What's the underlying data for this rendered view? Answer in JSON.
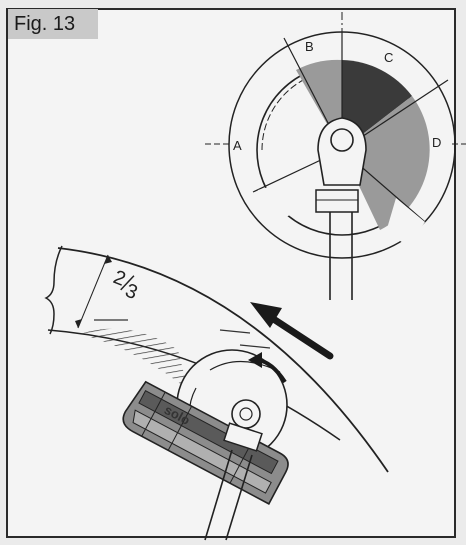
{
  "figure": {
    "label": "Fig. 13",
    "fraction": "2/3",
    "fraction_num": "2",
    "fraction_den": "3",
    "brand": "solo"
  },
  "zones": [
    {
      "letter": "A",
      "shade": "none"
    },
    {
      "letter": "B",
      "shade": "light"
    },
    {
      "letter": "C",
      "shade": "dark"
    },
    {
      "letter": "D",
      "shade": "light"
    }
  ],
  "colors": {
    "line": "#222222",
    "light_shade": "#9a9a9a",
    "dark_shade": "#3a3a3a",
    "paper": "#f4f4f4"
  },
  "icons": [
    "arrow-icon",
    "rotation-arrow-icon"
  ]
}
